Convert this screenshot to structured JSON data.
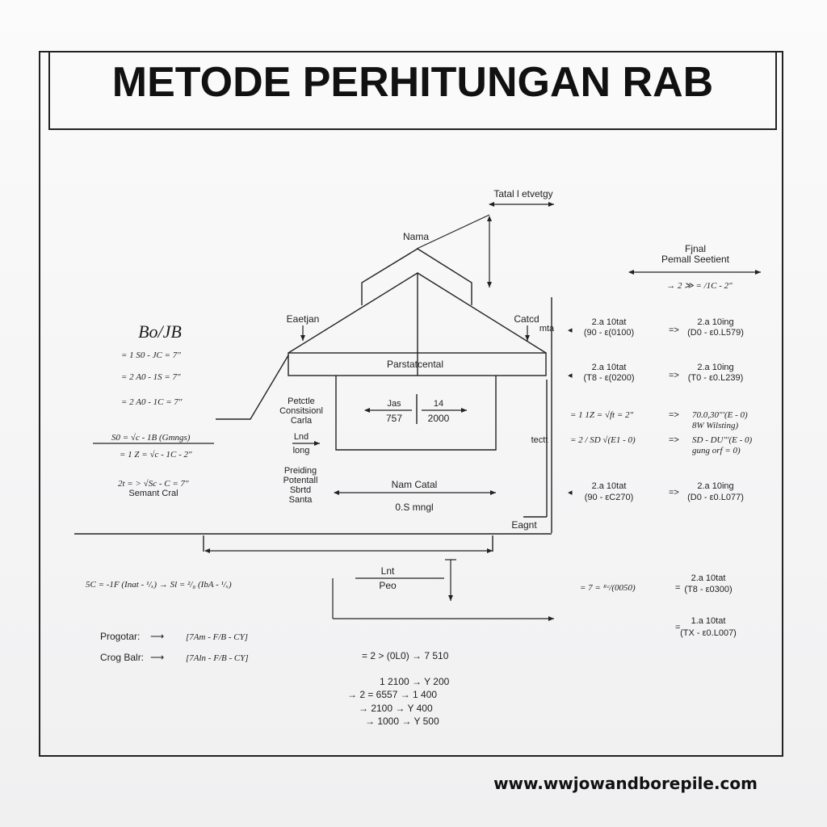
{
  "title": "METODE PERHITUNGAN RAB",
  "footer_url": "www.wwjowandborepile.com",
  "house": {
    "top_dim": "Tatal l etvetgy",
    "roof_peak": "Nama",
    "left_eave": "Eaetjan",
    "right_eave": "Catcd",
    "ceiling": "Parstatcental",
    "inner_dim_left_top": "Jas",
    "inner_dim_left_bot": "757",
    "inner_dim_right_top": "14",
    "inner_dim_right_bot": "2000",
    "floor_dim_top": "Nam Catal",
    "floor_dim_bot": "0.S mngl",
    "corner": "Eagnt",
    "right_side_small": "mta",
    "right_side_mid": "tectt"
  },
  "left_notes": {
    "heading": "Bo/JB",
    "lines": [
      "= 1 S0 - JC = 7\"",
      "= 2 A0 - 1S = 7\"",
      "= 2 A0 - 1C = 7\""
    ],
    "mid_formula": "S0 = √c - 1B (Gmngs)",
    "mid_line": "= 1 Z = √c - 1C - 2\"",
    "lower_formula": "2t = > √Sc - C = 7\"",
    "lower_caption": "Semant Cral"
  },
  "middle_labels": {
    "block1": [
      "Petctle",
      "Consitsionl",
      "Carla"
    ],
    "block2": [
      "Lnd",
      "long"
    ],
    "block3": [
      "Preiding",
      "Potentall",
      "Sbrtd",
      "Santa"
    ]
  },
  "right_panel": {
    "header_top": "Fjnal",
    "header_bot": "Pemall Seetient",
    "header_formula": "→ 2 ≫ = /1C - 2\"",
    "rows": [
      {
        "a_top": "2.a 10tat",
        "a_bot": "(90 - ε(0100)",
        "b_top": "2.a 10ing",
        "b_bot": "(D0 - ε0.L579)"
      },
      {
        "a_top": "2.a 10tat",
        "a_bot": "(T8 - ε(0200)",
        "b_top": "2.a 10ing",
        "b_bot": "(T0 - ε0.L239)"
      },
      {
        "a_top": "= 1 1Z = √ft = 2\"",
        "a_bot": "= 2 / SD √(E1 - 0)",
        "b_top": "70.0,30\"'(E - 0)",
        "b_bot": "SD - DU\"'(E - 0)"
      },
      {
        "a_top": "2.a 10tat",
        "a_bot": "(90 - εC270)",
        "b_top": "2.a 10ing",
        "b_bot": "(D0 - ε0.L077)"
      }
    ],
    "row3_extra": "8W Wilsting)",
    "row3_extra2": "gung orf = 0)"
  },
  "bottom_left": {
    "formula": "5C = -1F (Inat - ¹/ₓ) → Sl = ²/₈ (IbA - ¹/ₓ)",
    "rows": [
      {
        "label": "Progotar:",
        "expr": "[7Am - F/B - CY]"
      },
      {
        "label": "Crog Balr:",
        "expr": "[7Aln - F/B - CY]"
      }
    ]
  },
  "bottom_mid": {
    "top": "Lnt",
    "bot": "Peo",
    "calc": [
      "= 2 > (0L0) → 7 510",
      "1 2100 → Y 200",
      "→ 2 = 6557 → 1 400",
      "→ 2100 → Y 400",
      "→ 1000 → Y 500"
    ]
  },
  "bottom_right": {
    "eq1": "= 7 = ᴿᶜ/(0050)",
    "r1_top": "2.a 10tat",
    "r1_bot": "(T8 - ε0300)",
    "r2_top": "1.a 10tat",
    "r2_bot": "(TX - ε0.L007)"
  }
}
